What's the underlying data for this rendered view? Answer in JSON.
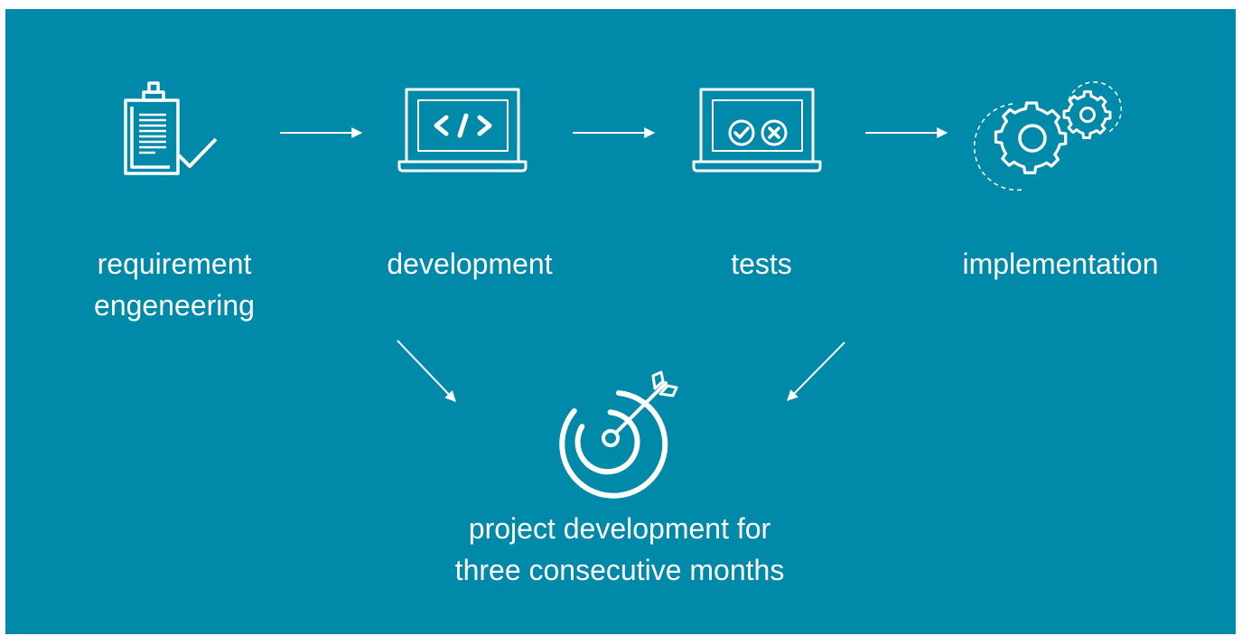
{
  "colors": {
    "background": "#0189aa",
    "foreground": "#ffffff",
    "page": "#ffffff"
  },
  "steps": [
    {
      "icon": "clipboard-check-icon",
      "lines": [
        "requirement",
        "engeneering"
      ]
    },
    {
      "icon": "laptop-code-icon",
      "lines": [
        "development"
      ]
    },
    {
      "icon": "laptop-check-cross-icon",
      "lines": [
        "tests"
      ]
    },
    {
      "icon": "gears-icon",
      "lines": [
        "implementation"
      ]
    }
  ],
  "goal": {
    "icon": "target-arrow-icon",
    "lines": [
      "project development for",
      "three consecutive months"
    ]
  }
}
